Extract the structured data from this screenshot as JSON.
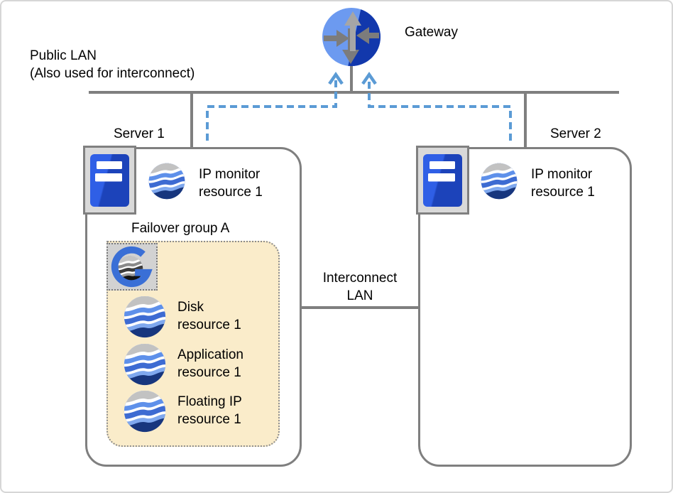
{
  "labels": {
    "public_lan_line1": "Public LAN",
    "public_lan_line2": "(Also used for interconnect)",
    "gateway": "Gateway",
    "server1": "Server 1",
    "server2": "Server 2",
    "failover_group_title": "Failover group A",
    "interconnect_line1": "Interconnect",
    "interconnect_line2": "LAN"
  },
  "server1_monitor": {
    "line1": "IP monitor",
    "line2": "resource 1"
  },
  "server2_monitor": {
    "line1": "IP monitor",
    "line2": "resource 1"
  },
  "failover_group": {
    "resources": [
      {
        "line1": "Disk",
        "line2": "resource 1"
      },
      {
        "line1": "Application",
        "line2": "resource 1"
      },
      {
        "line1": "Floating IP",
        "line2": "resource 1"
      }
    ]
  },
  "icons": {
    "gateway": "router-icon",
    "server": "server-tower-icon",
    "resource": "wave-globe-icon",
    "group": "g-group-icon",
    "monitor_arrows": "dashed-up-arrow"
  },
  "colors": {
    "line_gray": "#7f7f7f",
    "dashed_blue": "#5b9bd5",
    "failover_fill": "#faecca",
    "icon_square_fill": "#d9d9d9",
    "server_tower_blue": "#2e5fe6",
    "router_light_blue": "#6c9af0",
    "router_dark_blue": "#1238ac",
    "globe_gray_cap": "#c2c2c2",
    "globe_blue_light": "#5e90ea",
    "globe_blue_mid": "#3d6bd2",
    "globe_blue_pale": "#7fa8ee",
    "globe_navy": "#17367e",
    "g_letter_blue": "#3a6fd6"
  }
}
